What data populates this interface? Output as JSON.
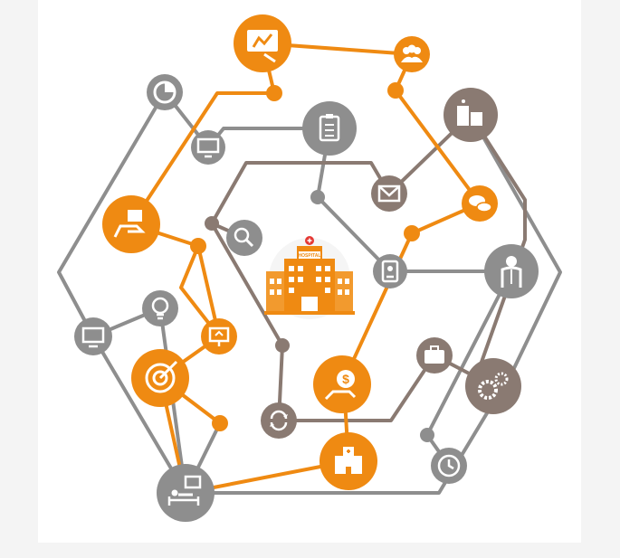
{
  "colors": {
    "orange": "#ef8a12",
    "gray": "#8e8e8e",
    "brown": "#8a7a72",
    "background": "#f4f4f4",
    "panel": "#ffffff"
  },
  "center_building": {
    "sign_text": "HOSPITAL"
  },
  "nodes": [
    {
      "name": "presentation-icon",
      "color": "orange"
    },
    {
      "name": "people-group-icon",
      "color": "orange"
    },
    {
      "name": "pie-chart-icon",
      "color": "gray"
    },
    {
      "name": "monitor-chart-icon",
      "color": "gray"
    },
    {
      "name": "clipboard-icon",
      "color": "gray"
    },
    {
      "name": "hospital-building-icon",
      "color": "brown"
    },
    {
      "name": "envelope-icon",
      "color": "brown"
    },
    {
      "name": "chat-bubbles-icon",
      "color": "orange"
    },
    {
      "name": "hand-holding-box-icon",
      "color": "orange"
    },
    {
      "name": "search-icon",
      "color": "gray"
    },
    {
      "name": "doctor-card-icon",
      "color": "gray"
    },
    {
      "name": "doctor-icon",
      "color": "gray"
    },
    {
      "name": "lightbulb-icon",
      "color": "gray"
    },
    {
      "name": "monitor-icon",
      "color": "gray"
    },
    {
      "name": "presentation-board-icon",
      "color": "orange"
    },
    {
      "name": "target-icon",
      "color": "orange"
    },
    {
      "name": "money-hand-icon",
      "color": "orange"
    },
    {
      "name": "briefcase-icon",
      "color": "brown"
    },
    {
      "name": "gears-icon",
      "color": "brown"
    },
    {
      "name": "refresh-icon",
      "color": "brown"
    },
    {
      "name": "clinic-icon",
      "color": "orange"
    },
    {
      "name": "clock-icon",
      "color": "gray"
    },
    {
      "name": "patient-bed-icon",
      "color": "gray"
    }
  ]
}
